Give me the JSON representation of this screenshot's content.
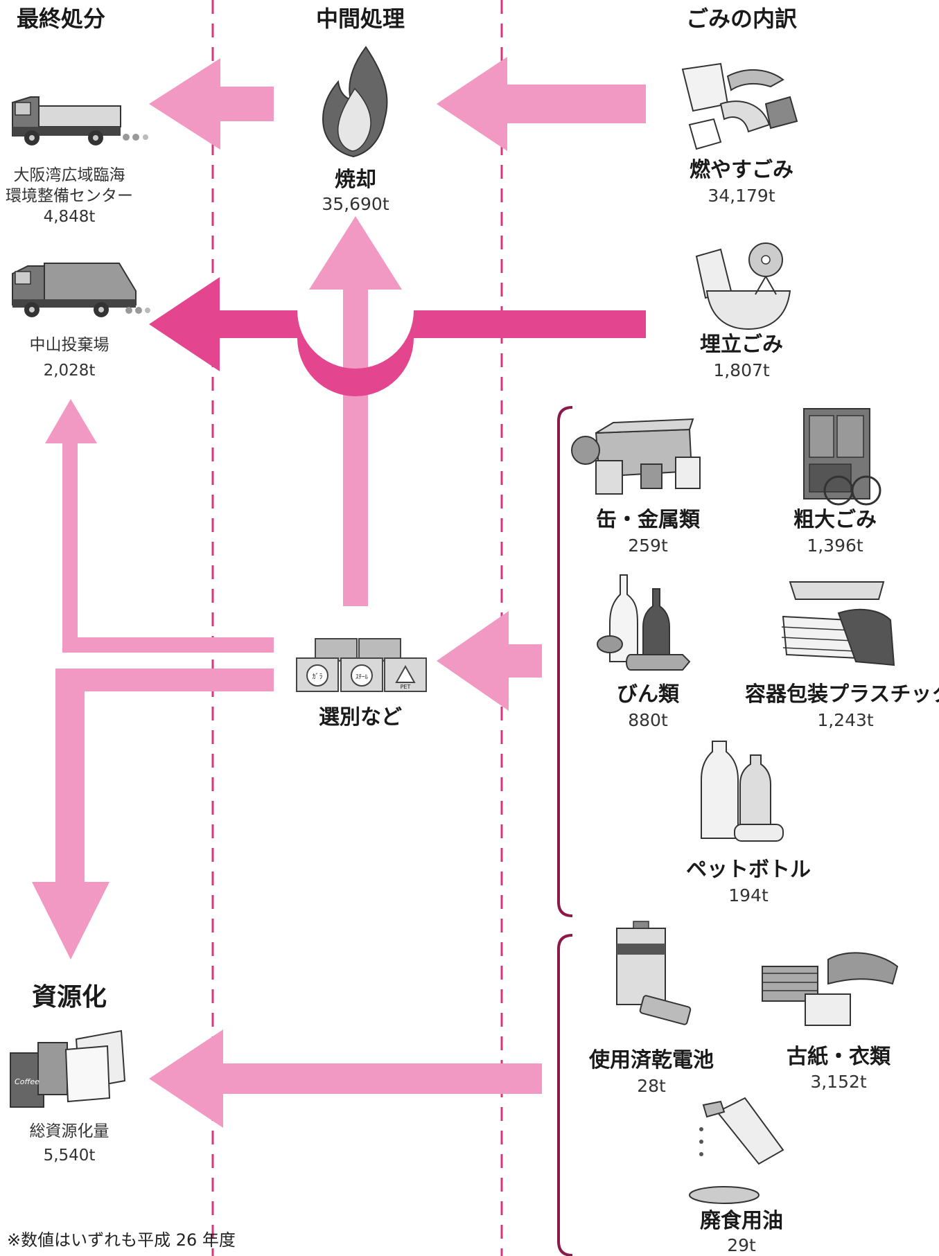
{
  "headers": {
    "final": "最終処分",
    "middle": "中間処理",
    "breakdown": "ごみの内訳"
  },
  "final_disposal": {
    "osaka_bay": {
      "name_line1": "大阪湾広域臨海",
      "name_line2": "環境整備センター",
      "amount": "4,848t"
    },
    "nakayama": {
      "name": "中山投棄場",
      "amount": "2,028t"
    }
  },
  "processing": {
    "incineration": {
      "name": "焼却",
      "amount": "35,690t"
    },
    "sorting": {
      "name": "選別など",
      "bin_labels": [
        "ｶﾞﾗ",
        "ｽﾁｰﾙ",
        "PET"
      ]
    }
  },
  "resource": {
    "title": "資源化",
    "name": "総資源化量",
    "amount": "5,540t",
    "can_label": "Coffee"
  },
  "waste_items": [
    {
      "key": "burnable",
      "name": "燃やすごみ",
      "amount": "34,179t",
      "icon": "burnable-waste-icon"
    },
    {
      "key": "landfill",
      "name": "埋立ごみ",
      "amount": "1,807t",
      "icon": "landfill-waste-icon"
    },
    {
      "key": "cans",
      "name": "缶・金属類",
      "amount": "259t",
      "icon": "cans-metal-icon"
    },
    {
      "key": "bulky",
      "name": "粗大ごみ",
      "amount": "1,396t",
      "icon": "bulky-waste-icon"
    },
    {
      "key": "bottles",
      "name": "びん類",
      "amount": "880t",
      "icon": "glass-bottles-icon"
    },
    {
      "key": "plastic",
      "name": "容器包装プラスチック",
      "amount": "1,243t",
      "icon": "plastic-packaging-icon"
    },
    {
      "key": "pet",
      "name": "ペットボトル",
      "amount": "194t",
      "icon": "pet-bottle-icon"
    },
    {
      "key": "batteries",
      "name": "使用済乾電池",
      "amount": "28t",
      "icon": "battery-icon"
    },
    {
      "key": "paper",
      "name": "古紙・衣類",
      "amount": "3,152t",
      "icon": "paper-clothes-icon"
    },
    {
      "key": "oil",
      "name": "廃食用油",
      "amount": "29t",
      "icon": "cooking-oil-icon"
    }
  ],
  "footnote": "※数値はいずれも平成 26 年度",
  "colors": {
    "arrow_light": "#f199c3",
    "arrow_dark": "#e3468e",
    "divider": "#d4357e",
    "bracket": "#8a1a4a"
  }
}
